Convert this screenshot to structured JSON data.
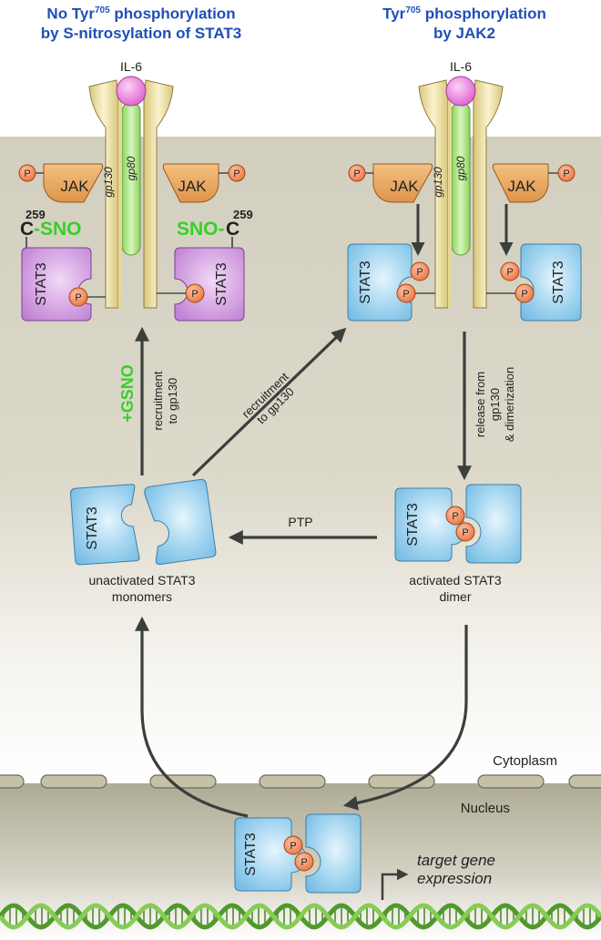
{
  "titles": {
    "left": {
      "line1_prefix": "No Tyr",
      "line1_sup": "705",
      "line1_suffix": " phosphorylation",
      "line2": "by S-nitrosylation of STAT3"
    },
    "right": {
      "line1_prefix": "Tyr",
      "line1_sup": "705",
      "line1_suffix": " phosphorylation",
      "line2": "by JAK2"
    }
  },
  "labels": {
    "il6": "IL-6",
    "gp130": "gp130",
    "gp80": "gp80",
    "jak": "JAK",
    "p": "P",
    "stat3": "STAT3",
    "sno_left": "-SNO",
    "sno_right": "SNO-",
    "cys": "C",
    "residue": "259",
    "gsno": "+GSNO",
    "recruitment": "recruitment",
    "to_gp130": "to gp130",
    "release_from": "release from",
    "gp130_line": "gp130",
    "dimerization": "& dimerization",
    "ptp": "PTP",
    "unactivated_line1": "unactivated STAT3",
    "unactivated_line2": "monomers",
    "activated_line1": "activated STAT3",
    "activated_line2": "dimer",
    "cytoplasm": "Cytoplasm",
    "nucleus": "Nucleus",
    "target_line1": "target gene",
    "target_line2": "expression"
  },
  "colors": {
    "title_blue": "#1f4fb7",
    "sno_green": "#35d126",
    "stat3_blue": "#8fcbea",
    "stat3_purple": "#c98ad8",
    "jak_orange": "#e8a45a",
    "p_orange": "#f08a55",
    "receptor_yellow": "#eee0a0",
    "gp80_green": "#a6e07a",
    "il6_pink": "#e476d6",
    "arrow_gray": "#3b3f3c",
    "cytoplasm": "#d6d3c4",
    "nucleus": "#b5b29c",
    "dna_green": "#6fb83a"
  }
}
